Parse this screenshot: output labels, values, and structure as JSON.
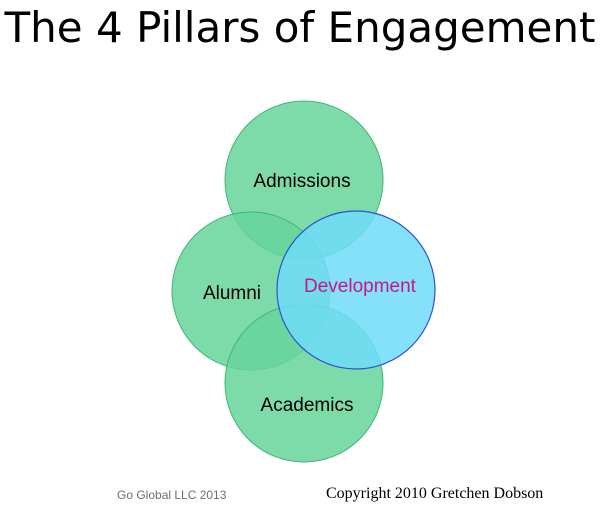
{
  "title": "The 4 Pillars of Engagement",
  "pillars": {
    "admissions": "Admissions",
    "alumni": "Alumni",
    "academics": "Academics",
    "development": "Development"
  },
  "footer": {
    "company": "Go Global LLC 2013",
    "copyright": "Copyright 2010 Gretchen Dobson"
  },
  "colors": {
    "pillar_fill": "#66d49a",
    "pillar_stroke": "#3fb676",
    "development_fill": "#6fdcf8",
    "development_stroke": "#2a52d8",
    "development_text": "#c7168c"
  }
}
